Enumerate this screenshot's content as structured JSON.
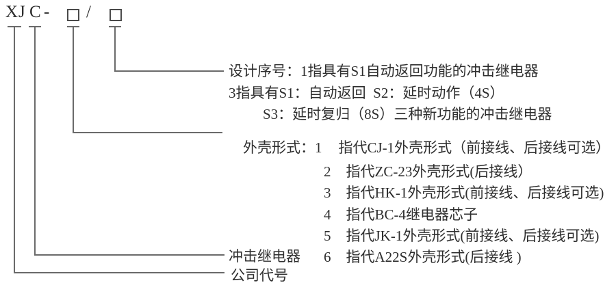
{
  "model_code": {
    "company_letters": "XJ",
    "type_letter": "C",
    "dash": "-",
    "slash": "/",
    "placeholder_symbol": "□"
  },
  "legend": {
    "design_serial": {
      "line1": "设计序号：1指具有S1自动返回功能的冲击继电器",
      "line2": "3指具有S1：自动返回  S2：延时动作（4S）",
      "line3": "S3：延时复归（8S）三种新功能的冲击继电器"
    },
    "case_form": {
      "label": "外壳形式：",
      "items": [
        {
          "num": "1",
          "desc": "指代CJ-1外壳形式（前接线、后接线可选）"
        },
        {
          "num": "2",
          "desc": "指代ZC-23外壳形式(后接线）"
        },
        {
          "num": "3",
          "desc": "指代HK-1外壳形式(前接线、后接线可选)"
        },
        {
          "num": "4",
          "desc": "指代BC-4继电器芯子"
        },
        {
          "num": "5",
          "desc": "指代JK-1外壳形式(前接线、后接线可选)"
        },
        {
          "num": "6",
          "desc": "指代A22S外壳形式(后接线 )"
        }
      ]
    },
    "relay_type": "冲击继电器",
    "company_code": "公司代号"
  },
  "colors": {
    "line": "#6a6a6a",
    "text": "#2e2e2e",
    "background": "#ffffff"
  }
}
